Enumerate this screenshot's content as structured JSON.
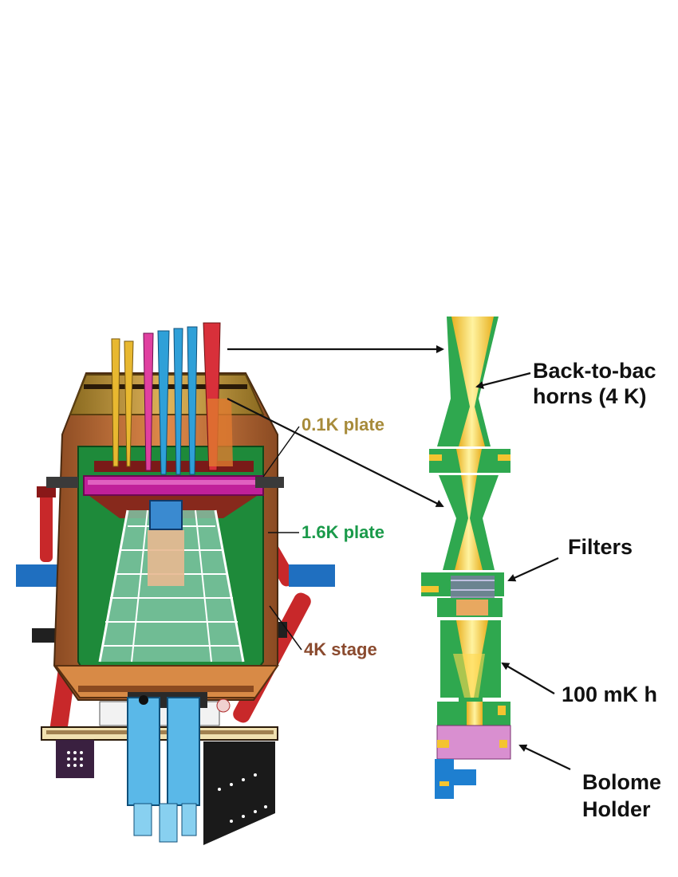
{
  "labels": {
    "horns": [
      "Back-to-bac",
      "horns (4 K)"
    ],
    "filters": "Filters",
    "mk_horn": "100 mK h",
    "bolometer": [
      "Bolome",
      "Holder"
    ],
    "plate_01k": "0.1K plate",
    "plate_16k": "1.6K plate",
    "stage_4k": "4K stage"
  },
  "colors": {
    "plate_01k": "#a78b3a",
    "plate_16k": "#1a9a4a",
    "stage_4k": "#8a4a2e",
    "horn_yellow": "#f4c430",
    "horn_green": "#2fa84f",
    "holder_pink": "#d98fd0",
    "base_blue": "#1e7fd0"
  }
}
